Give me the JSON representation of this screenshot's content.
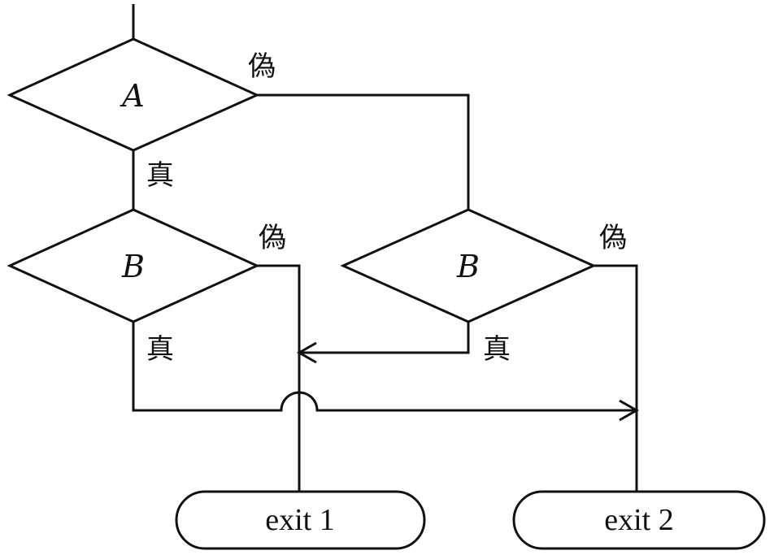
{
  "diagram": {
    "decisions": {
      "a": "A",
      "b_left": "B",
      "b_right": "B"
    },
    "branch_labels": {
      "a_false": "偽",
      "a_true": "真",
      "b_left_false": "偽",
      "b_left_true": "真",
      "b_right_false": "偽",
      "b_right_true": "真"
    },
    "terminals": {
      "exit1": "exit 1",
      "exit2": "exit 2"
    }
  }
}
